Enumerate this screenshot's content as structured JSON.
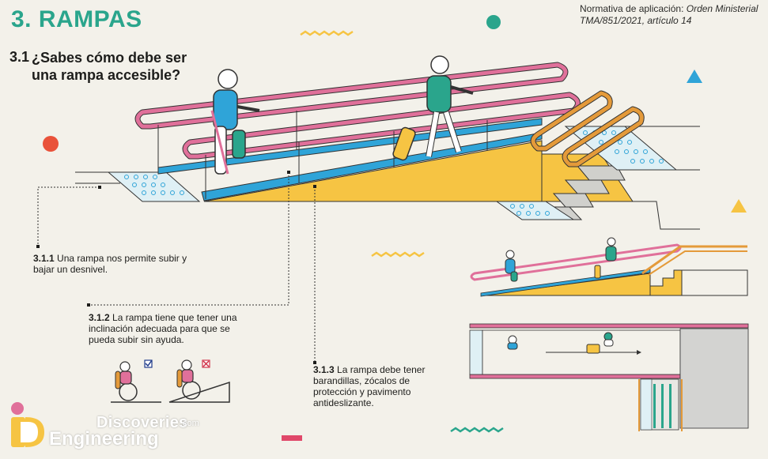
{
  "header": {
    "title": "3. RAMPAS",
    "norma_prefix": "Normativa de aplicación: ",
    "norma_ref": "Orden Ministerial",
    "norma_line2": "TMA/851/2021, artículo 14"
  },
  "question": {
    "number": "3.1",
    "text": "¿Sabes cómo debe ser una rampa accesible?"
  },
  "notes": [
    {
      "num": "3.1.1",
      "text": "Una rampa nos permite subir y bajar un desnivel."
    },
    {
      "num": "3.1.2",
      "text": "La rampa tiene que tener una inclinación adecuada para que se pueda subir sin ayuda."
    },
    {
      "num": "3.1.3",
      "text": "La rampa debe tener barandillas, zócalos de protección y pavimento antideslizante."
    }
  ],
  "logo": {
    "line1": "Discoveries",
    "line1_suffix": ".com",
    "line2": "Engineering"
  },
  "colors": {
    "teal": "#2aa58c",
    "pink": "#e0709a",
    "blue": "#2fa4d8",
    "yellow": "#f6c443",
    "orange": "#e49a3a",
    "red": "#e9523a",
    "background": "#f3f1ea"
  }
}
